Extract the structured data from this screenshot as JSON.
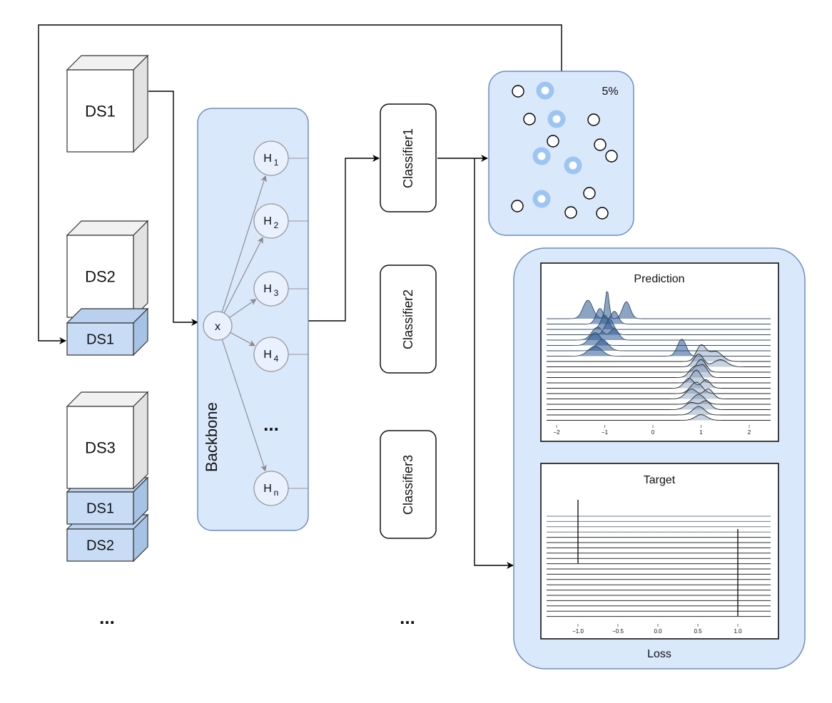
{
  "colors": {
    "panel_fill": "#dae8fc",
    "panel_stroke": "#6c8ebf",
    "stack_fill": "#c8dcf5",
    "highlight_ring": "#9cc5f2",
    "ridge_fill": "#2c5a94",
    "line": "#000000"
  },
  "datasets": {
    "stack1": [
      "DS1"
    ],
    "stack2": [
      "DS2",
      "DS1"
    ],
    "stack3": [
      "DS3",
      "DS1",
      "DS2"
    ],
    "ellipsis": "..."
  },
  "backbone": {
    "label": "Backbone",
    "input": "x",
    "heads": [
      {
        "base": "H",
        "sub": "1"
      },
      {
        "base": "H",
        "sub": "2"
      },
      {
        "base": "H",
        "sub": "3"
      },
      {
        "base": "H",
        "sub": "4"
      },
      {
        "base": "H",
        "sub": "n"
      }
    ],
    "ellipsis": "..."
  },
  "classifiers": {
    "labels": [
      "Classifier1",
      "Classifier2",
      "Classifier3"
    ],
    "ellipsis": "..."
  },
  "sample_pool": {
    "percent": "5%"
  },
  "loss_panel": {
    "label": "Loss",
    "prediction": {
      "title": "Prediction",
      "ticks": [
        "−2",
        "−1",
        "0",
        "1",
        "2"
      ]
    },
    "target": {
      "title": "Target",
      "ticks": [
        "−1.0",
        "−0.5",
        "0.0",
        "0.5",
        "1.0"
      ]
    }
  }
}
